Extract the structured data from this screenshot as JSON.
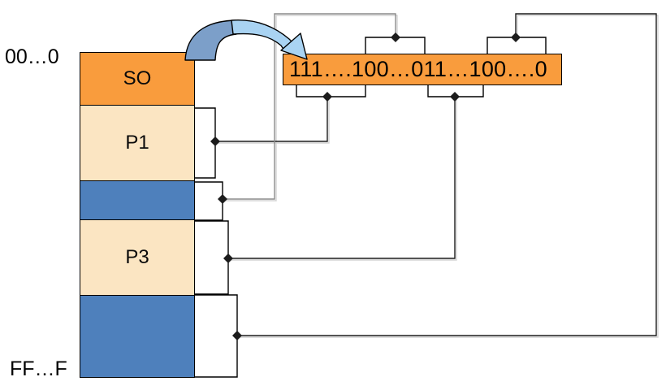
{
  "diagram": {
    "memory_column": {
      "top_address": "00…0",
      "bottom_address": "FF…F",
      "segments": [
        {
          "label": "SO",
          "kind": "operating-system"
        },
        {
          "label": "P1",
          "kind": "process"
        },
        {
          "label": "",
          "kind": "hole"
        },
        {
          "label": "P3",
          "kind": "process"
        },
        {
          "label": "",
          "kind": "hole"
        }
      ]
    },
    "bitmap_bar": {
      "value": "111….100…011…100….0"
    },
    "colors": {
      "segment_orange": "#F99C3D",
      "segment_cream": "#FBE5C2",
      "segment_blue": "#4E80BC",
      "bitmap_orange": "#F99C3D",
      "arrow_dark_blue": "#7C9FC9",
      "arrow_light_blue": "#A9D3F2",
      "line_black": "#1C1C1C",
      "line_gray": "#8A8A8A"
    }
  }
}
